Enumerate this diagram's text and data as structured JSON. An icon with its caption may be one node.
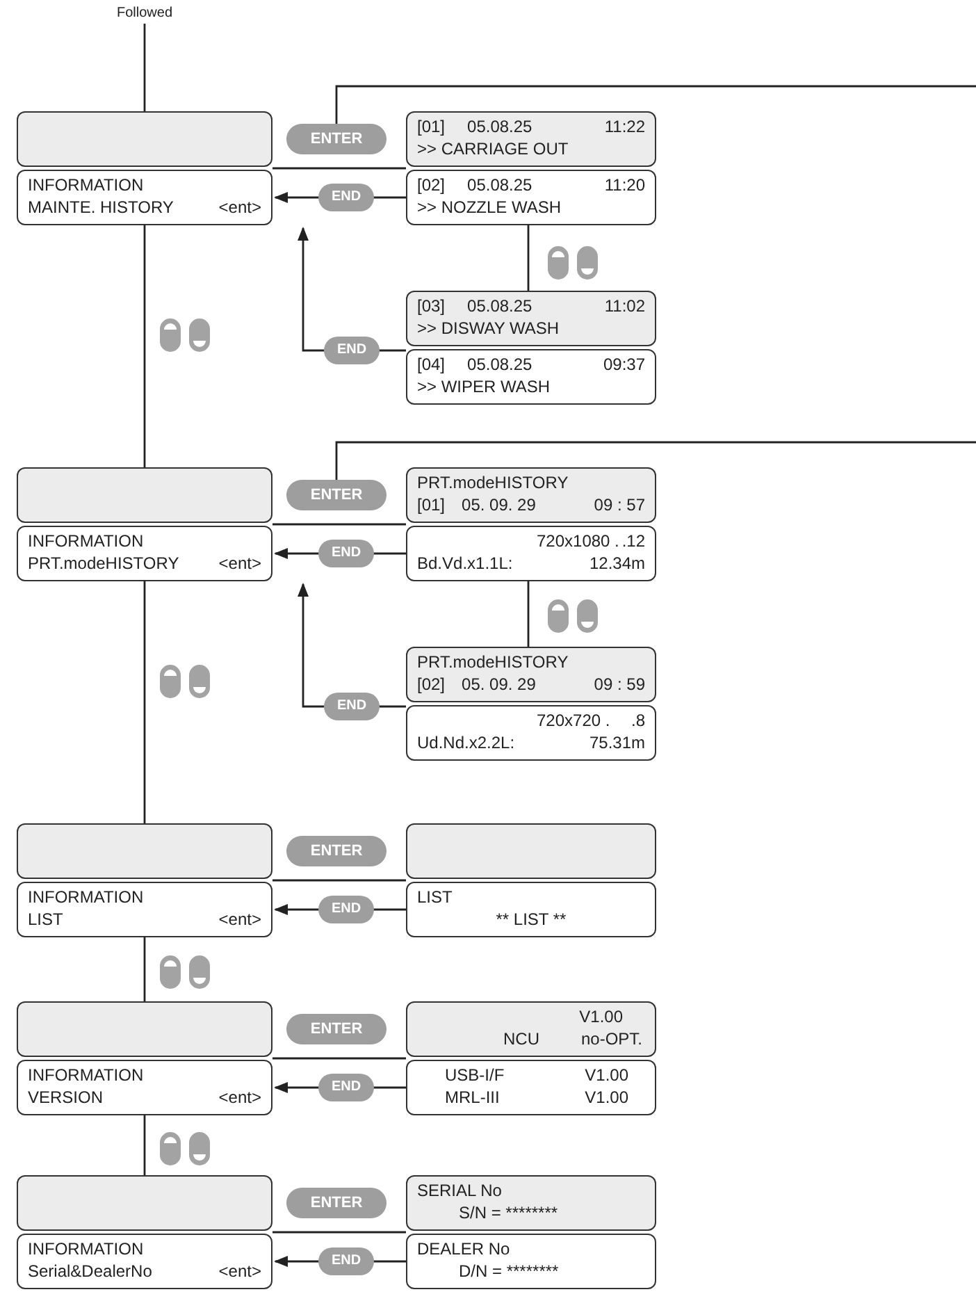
{
  "diagram": {
    "nodes": [
      {
        "text": [
          "Followed"
        ]
      },
      {
        "text": [],
        "shape": "box"
      },
      {
        "text": [
          "INFORMATION",
          "MAINTE. HISTORY",
          "<ent>"
        ]
      },
      {
        "text": [
          "ENTER"
        ]
      },
      {
        "text": [
          "[01]",
          "05.08.25",
          "11:22",
          ">> CARRIAGE OUT"
        ]
      },
      {
        "text": [
          "[02]",
          "05.08.25",
          "11:20",
          ">> NOZZLE WASH"
        ]
      },
      {
        "text": [
          "[03]",
          "05.08.25",
          "11:02",
          ">> DISWAY WASH"
        ]
      },
      {
        "text": [
          "[04]",
          "05.08.25",
          "09:37",
          ">> WIPER WASH"
        ]
      },
      {
        "text": [],
        "shape": "box"
      },
      {
        "text": [
          "INFORMATION",
          "PRT.modeHISTORY",
          "<ent>"
        ]
      },
      {
        "text": [
          "ENTER"
        ]
      },
      {
        "text": [
          "PRT.modeHISTORY",
          "[01]",
          "05. 09. 29",
          "09 : 57"
        ]
      },
      {
        "text": [
          "720x1080 .",
          ".12",
          "Bd.Vd.x1.1L:",
          "12.34m"
        ]
      },
      {
        "text": [
          "PRT.modeHISTORY",
          "[02]",
          "05. 09. 29",
          "09 : 59"
        ]
      },
      {
        "text": [
          "720x720 .",
          ".8",
          "Ud.Nd.x2.2L:",
          "75.31m"
        ]
      },
      {
        "text": [],
        "shape": "box"
      },
      {
        "text": [
          "INFORMATION",
          "LIST",
          "<ent>"
        ]
      },
      {
        "text": [
          "ENTER"
        ]
      },
      {
        "text": [],
        "shape": "box"
      },
      {
        "text": [
          "LIST",
          "** LIST **"
        ]
      },
      {
        "text": [],
        "shape": "box"
      },
      {
        "text": [
          "INFORMATION",
          "VERSION",
          "<ent>"
        ]
      },
      {
        "text": [
          "ENTER"
        ]
      },
      {
        "text": [
          "V1.00",
          "NCU",
          "no-OPT."
        ]
      },
      {
        "text": [
          "USB-I/F",
          "V1.00",
          "MRL-III",
          "V1.00"
        ]
      },
      {
        "text": [],
        "shape": "box"
      },
      {
        "text": [
          "INFORMATION",
          "Serial&DealerNo",
          "<ent>"
        ]
      },
      {
        "text": [
          "ENTER"
        ]
      },
      {
        "text": [
          "SERIAL No",
          "S/N = ********"
        ]
      },
      {
        "text": [
          "DEALER No",
          "D/N = ********"
        ]
      }
    ],
    "edges": [
      {
        "from": 0,
        "to": 1,
        "arrow": "none"
      },
      {
        "from": 3,
        "to": null,
        "arrow": "none"
      },
      {
        "from": 1,
        "to": 4,
        "arrow": "none"
      },
      {
        "from": 5,
        "to": 2,
        "arrow": "to",
        "label": "END"
      },
      {
        "from": 5,
        "to": 6,
        "arrow": "none"
      },
      {
        "from": 7,
        "to": 2,
        "arrow": "to",
        "label": "END"
      },
      {
        "from": 2,
        "to": 8,
        "arrow": "none"
      },
      {
        "from": 10,
        "to": null,
        "arrow": "none"
      },
      {
        "from": 8,
        "to": 11,
        "arrow": "none"
      },
      {
        "from": 12,
        "to": 9,
        "arrow": "to",
        "label": "END"
      },
      {
        "from": 12,
        "to": 13,
        "arrow": "none"
      },
      {
        "from": 14,
        "to": 9,
        "arrow": "to",
        "label": "END"
      },
      {
        "from": 9,
        "to": 15,
        "arrow": "none"
      },
      {
        "from": 15,
        "to": 18,
        "arrow": "none"
      },
      {
        "from": 19,
        "to": 16,
        "arrow": "to",
        "label": "END"
      },
      {
        "from": 16,
        "to": 20,
        "arrow": "none"
      },
      {
        "from": 20,
        "to": 23,
        "arrow": "none"
      },
      {
        "from": 24,
        "to": 21,
        "arrow": "to",
        "label": "END"
      },
      {
        "from": 21,
        "to": 25,
        "arrow": "none"
      },
      {
        "from": 25,
        "to": 28,
        "arrow": "none"
      },
      {
        "from": 29,
        "to": 26,
        "arrow": "to",
        "label": "END"
      }
    ]
  }
}
